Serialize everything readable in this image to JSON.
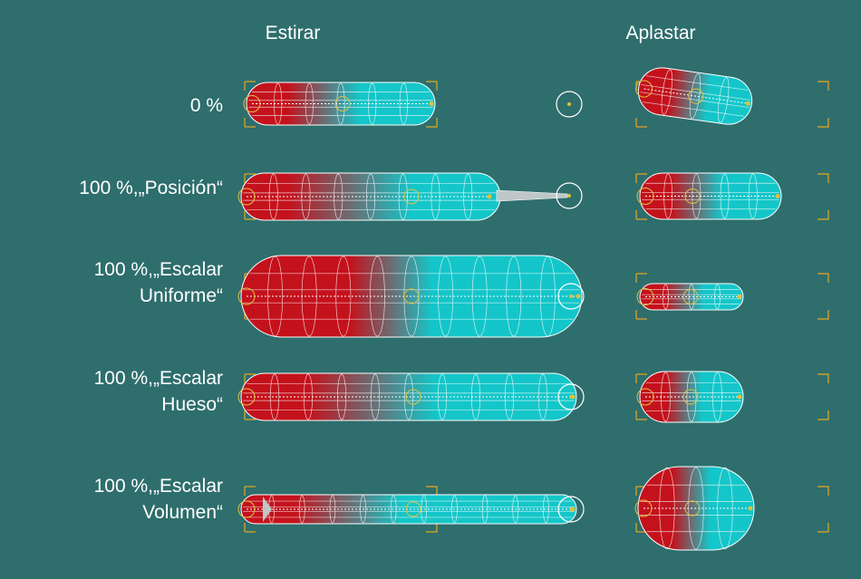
{
  "columns": {
    "stretch": "Estirar",
    "squash": "Aplastar"
  },
  "rows": [
    {
      "label": [
        "0 %"
      ]
    },
    {
      "label": [
        "100 %,„Posición“"
      ]
    },
    {
      "label": [
        "100 %,„Escalar",
        "Uniforme“"
      ]
    },
    {
      "label": [
        "100 %,„Escalar",
        "Hueso“"
      ]
    },
    {
      "label": [
        "100 %,„Escalar",
        "Volumen“"
      ]
    }
  ],
  "colors": {
    "background": "#2e6e6d",
    "red": "#c4121c",
    "cyan": "#14c6c9",
    "wire": "#ffffff",
    "bracket": "#e8a820",
    "joint": "#e0c040"
  }
}
